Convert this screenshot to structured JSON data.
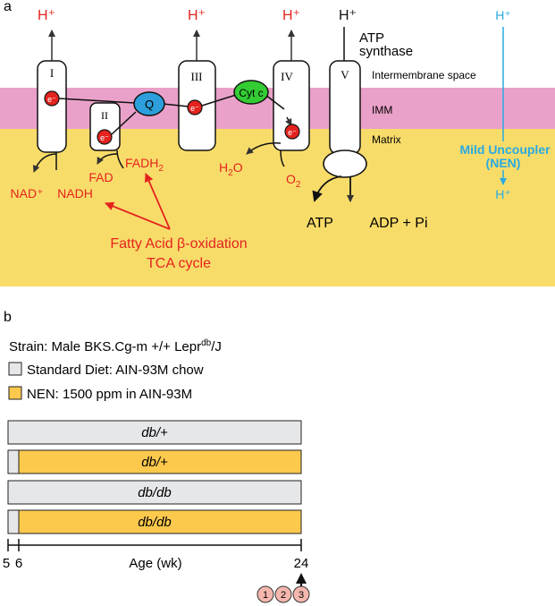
{
  "panel_a": {
    "panel_label": "a",
    "h_plus": "H⁺",
    "complexes": {
      "I": "I",
      "II": "II",
      "III": "III",
      "IV": "IV",
      "V": "V"
    },
    "electron": "e⁻",
    "q": "Q",
    "cyt_c": "Cyt c",
    "atp_synthase_line1": "ATP",
    "atp_synthase_line2": "synthase",
    "intermembrane_space": "Intermembrane space",
    "imm": "IMM",
    "matrix": "Matrix",
    "nad": "NAD⁺",
    "nadh": "NADH",
    "fad": "FAD",
    "fadh2_base": "FADH",
    "fadh2_sub": "2",
    "h2o_base": "H",
    "h2o_sub": "2",
    "h2o_end": "O",
    "o2_base": "O",
    "o2_sub": "2",
    "atp": "ATP",
    "adp_pi": "ADP + Pi",
    "fatty_acid": "Fatty Acid β-oxidation",
    "tca": "TCA cycle",
    "uncoupler_line1": "Mild Uncoupler",
    "uncoupler_line2": "(NEN)",
    "colors": {
      "ims_pink": "#eaa1c9",
      "matrix_yellow": "#f8dc6a",
      "red": "#e4231f",
      "blue_q": "#2c9fdc",
      "green_cytc": "#33cc33",
      "cyan_uncoupler": "#29aae1"
    }
  },
  "panel_b": {
    "panel_label": "b",
    "strain_prefix": "Strain: Male BKS.Cg-m +/+ Lepr",
    "strain_sup": "db",
    "strain_suffix": "/J",
    "legend_standard": "Standard Diet: AIN-93M chow",
    "legend_nen": "NEN: 1500 ppm in AIN-93M",
    "bars": [
      {
        "label": "db/+",
        "diet": "standard"
      },
      {
        "label": "db/+",
        "diet": "nen"
      },
      {
        "label": "db/db",
        "diet": "standard"
      },
      {
        "label": "db/db",
        "diet": "nen"
      }
    ],
    "axis": {
      "ticks": [
        "5",
        "6",
        "24"
      ],
      "label": "Age (wk)"
    },
    "endpoints": [
      "1",
      "2",
      "3"
    ],
    "colors": {
      "standard_gray": "#e6e7e9",
      "nen_orange": "#fdc94d",
      "endpoint_pink": "#f4b6ad"
    }
  }
}
